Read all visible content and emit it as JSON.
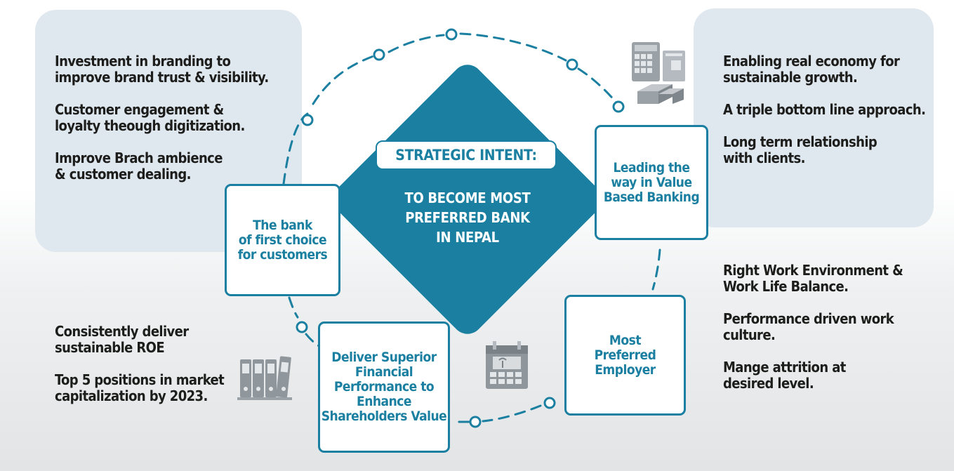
{
  "intent": {
    "title": "STRATEGIC INTENT:",
    "body": "TO BECOME MOST\nPREFERRED BANK\nIN NEPAL"
  },
  "nodes": {
    "first_choice": "The bank\nof first choice\nfor customers",
    "value_banking": "Leading the\nway in Value\nBased Banking",
    "employer": "Most\nPreferred\nEmployer",
    "financial": "Deliver Superior\nFinancial\nPerformance to\nEnhance\nShareholders Value"
  },
  "left_top": [
    "Investment in branding to improve brand trust & visibility.",
    "Customer engagement & loyalty theough digitization.",
    "Improve Brach ambience & customer dealing."
  ],
  "right_top": [
    "Enabling real economy for sustainable growth.",
    "A triple bottom line approach.",
    "Long term relationship with clients."
  ],
  "left_bottom": [
    "Consistently deliver sustainable ROE",
    "Top 5 positions in market capitalization by 2023."
  ],
  "right_bottom": [
    "Right Work Environment & Work Life Balance.",
    "Performance driven work culture.",
    "Mange attrition at desired level."
  ],
  "icons": {
    "calculator": "calculator-gold-icon",
    "binders": "binders-icon",
    "calendar": "calendar-icon"
  },
  "colors": {
    "accent": "#1a7fa0",
    "panel": "#dfe7ef",
    "text": "#1d1d1b",
    "icon": "#8f969c"
  }
}
